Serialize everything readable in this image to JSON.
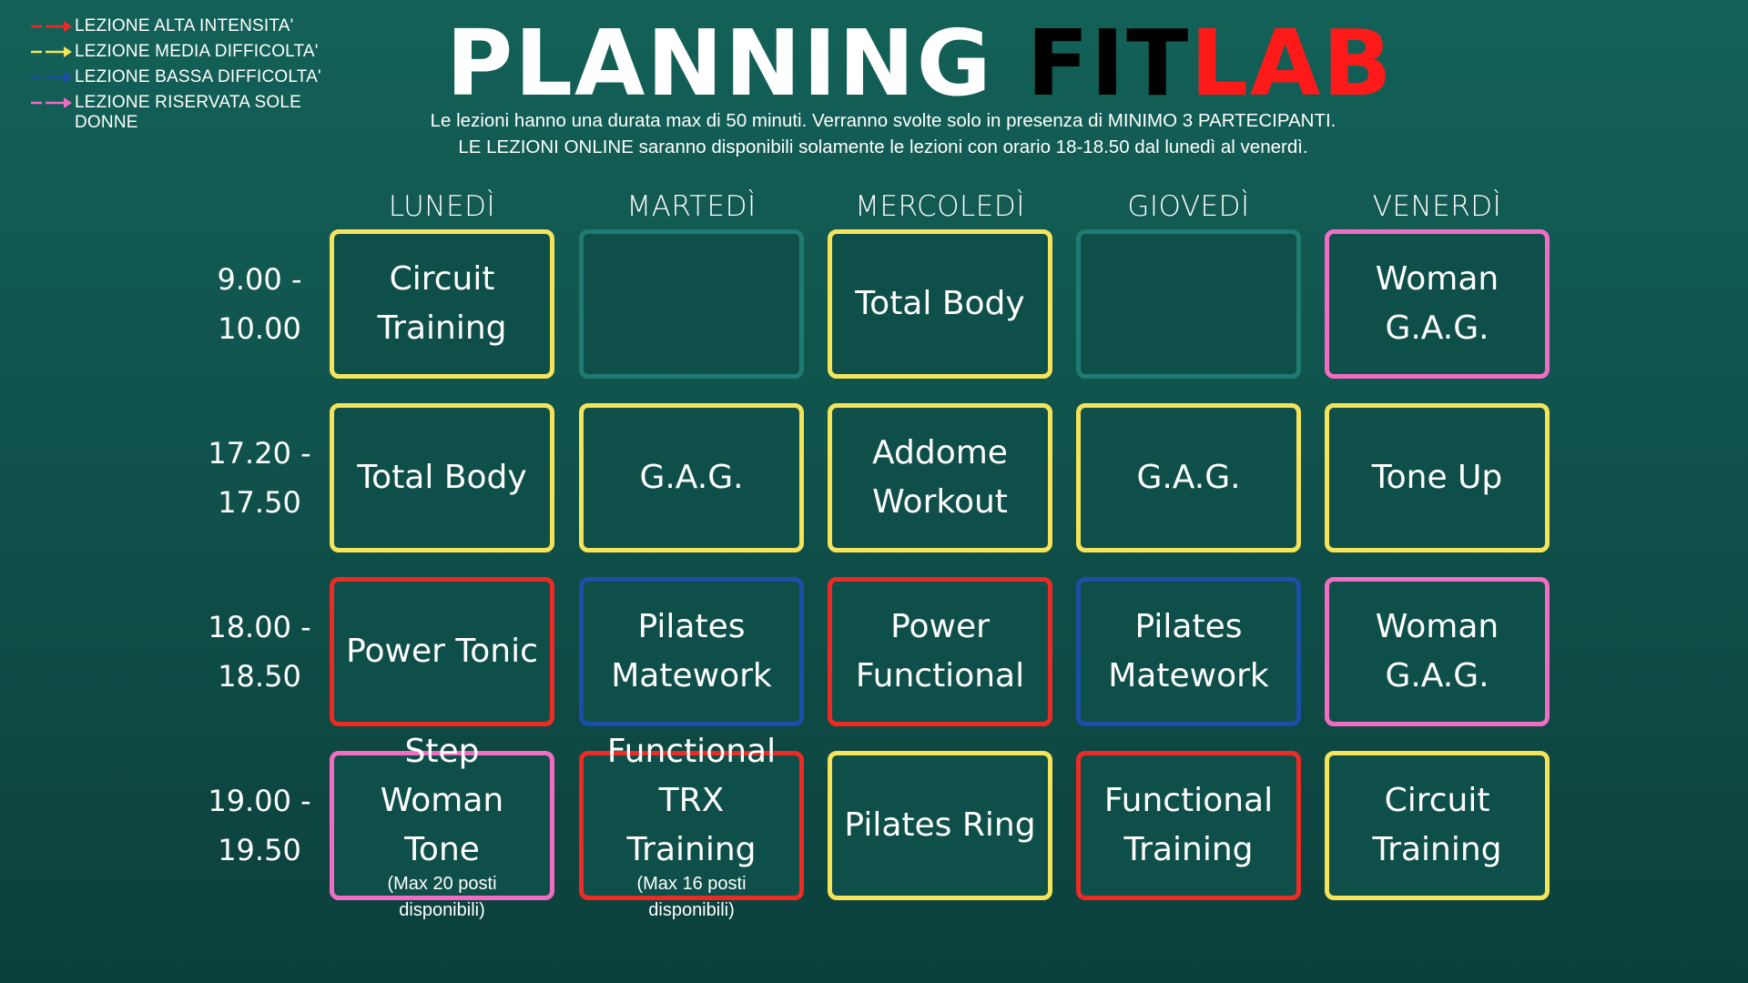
{
  "colors": {
    "high": "#ee2a24",
    "medium": "#f5e35a",
    "low": "#1a4fa8",
    "women": "#f26cc3",
    "empty": "#1f7a72"
  },
  "legend": [
    {
      "label": "LEZIONE ALTA INTENSITA'",
      "level": "high",
      "icon": "arrow-right-icon"
    },
    {
      "label": "LEZIONE MEDIA DIFFICOLTA'",
      "level": "medium",
      "icon": "arrow-right-icon"
    },
    {
      "label": "LEZIONE BASSA DIFFICOLTA'",
      "level": "low",
      "icon": "arrow-right-icon"
    },
    {
      "label": "LEZIONE RISERVATA SOLE DONNE",
      "level": "women",
      "icon": "arrow-right-icon"
    }
  ],
  "title": {
    "part1": "PLANNING ",
    "part2": "FIT",
    "part3": "LAB"
  },
  "subtitle": {
    "line1": "Le lezioni hanno una durata max di 50 minuti. Verranno svolte solo in presenza di MINIMO 3 PARTECIPANTI.",
    "line2": "LE LEZIONI ONLINE saranno disponibili solamente le lezioni con orario 18-18.50 dal lunedì al venerdì."
  },
  "days": [
    "LUNEDÌ",
    "MARTEDÌ",
    "MERCOLEDÌ",
    "GIOVEDÌ",
    "VENERDÌ"
  ],
  "times": [
    {
      "line1": "9.00 -",
      "line2": "10.00"
    },
    {
      "line1": "17.20 -",
      "line2": "17.50"
    },
    {
      "line1": "18.00 -",
      "line2": "18.50"
    },
    {
      "line1": "19.00 -",
      "line2": "19.50"
    }
  ],
  "schedule": [
    [
      {
        "text": "Circuit\nTraining",
        "level": "medium"
      },
      {
        "text": "",
        "level": "empty"
      },
      {
        "text": "Total Body",
        "level": "medium"
      },
      {
        "text": "",
        "level": "empty"
      },
      {
        "text": "Woman\nG.A.G.",
        "level": "women"
      }
    ],
    [
      {
        "text": "Total Body",
        "level": "medium"
      },
      {
        "text": "G.A.G.",
        "level": "medium"
      },
      {
        "text": "Addome\nWorkout",
        "level": "medium"
      },
      {
        "text": "G.A.G.",
        "level": "medium"
      },
      {
        "text": "Tone Up",
        "level": "medium"
      }
    ],
    [
      {
        "text": "Power Tonic",
        "level": "high"
      },
      {
        "text": "Pilates\nMatework",
        "level": "low"
      },
      {
        "text": "Power\nFunctional",
        "level": "high"
      },
      {
        "text": "Pilates\nMatework",
        "level": "low"
      },
      {
        "text": "Woman\nG.A.G.",
        "level": "women"
      }
    ],
    [
      {
        "text": "Step Woman\nTone",
        "note": "(Max 20 posti\ndisponibili)",
        "level": "women"
      },
      {
        "text": "Functional\nTRX Training",
        "note": "(Max 16 posti\ndisponibili)",
        "level": "high"
      },
      {
        "text": "Pilates Ring",
        "level": "medium"
      },
      {
        "text": "Functional\nTraining",
        "level": "high"
      },
      {
        "text": "Circuit\nTraining",
        "level": "medium"
      }
    ]
  ]
}
